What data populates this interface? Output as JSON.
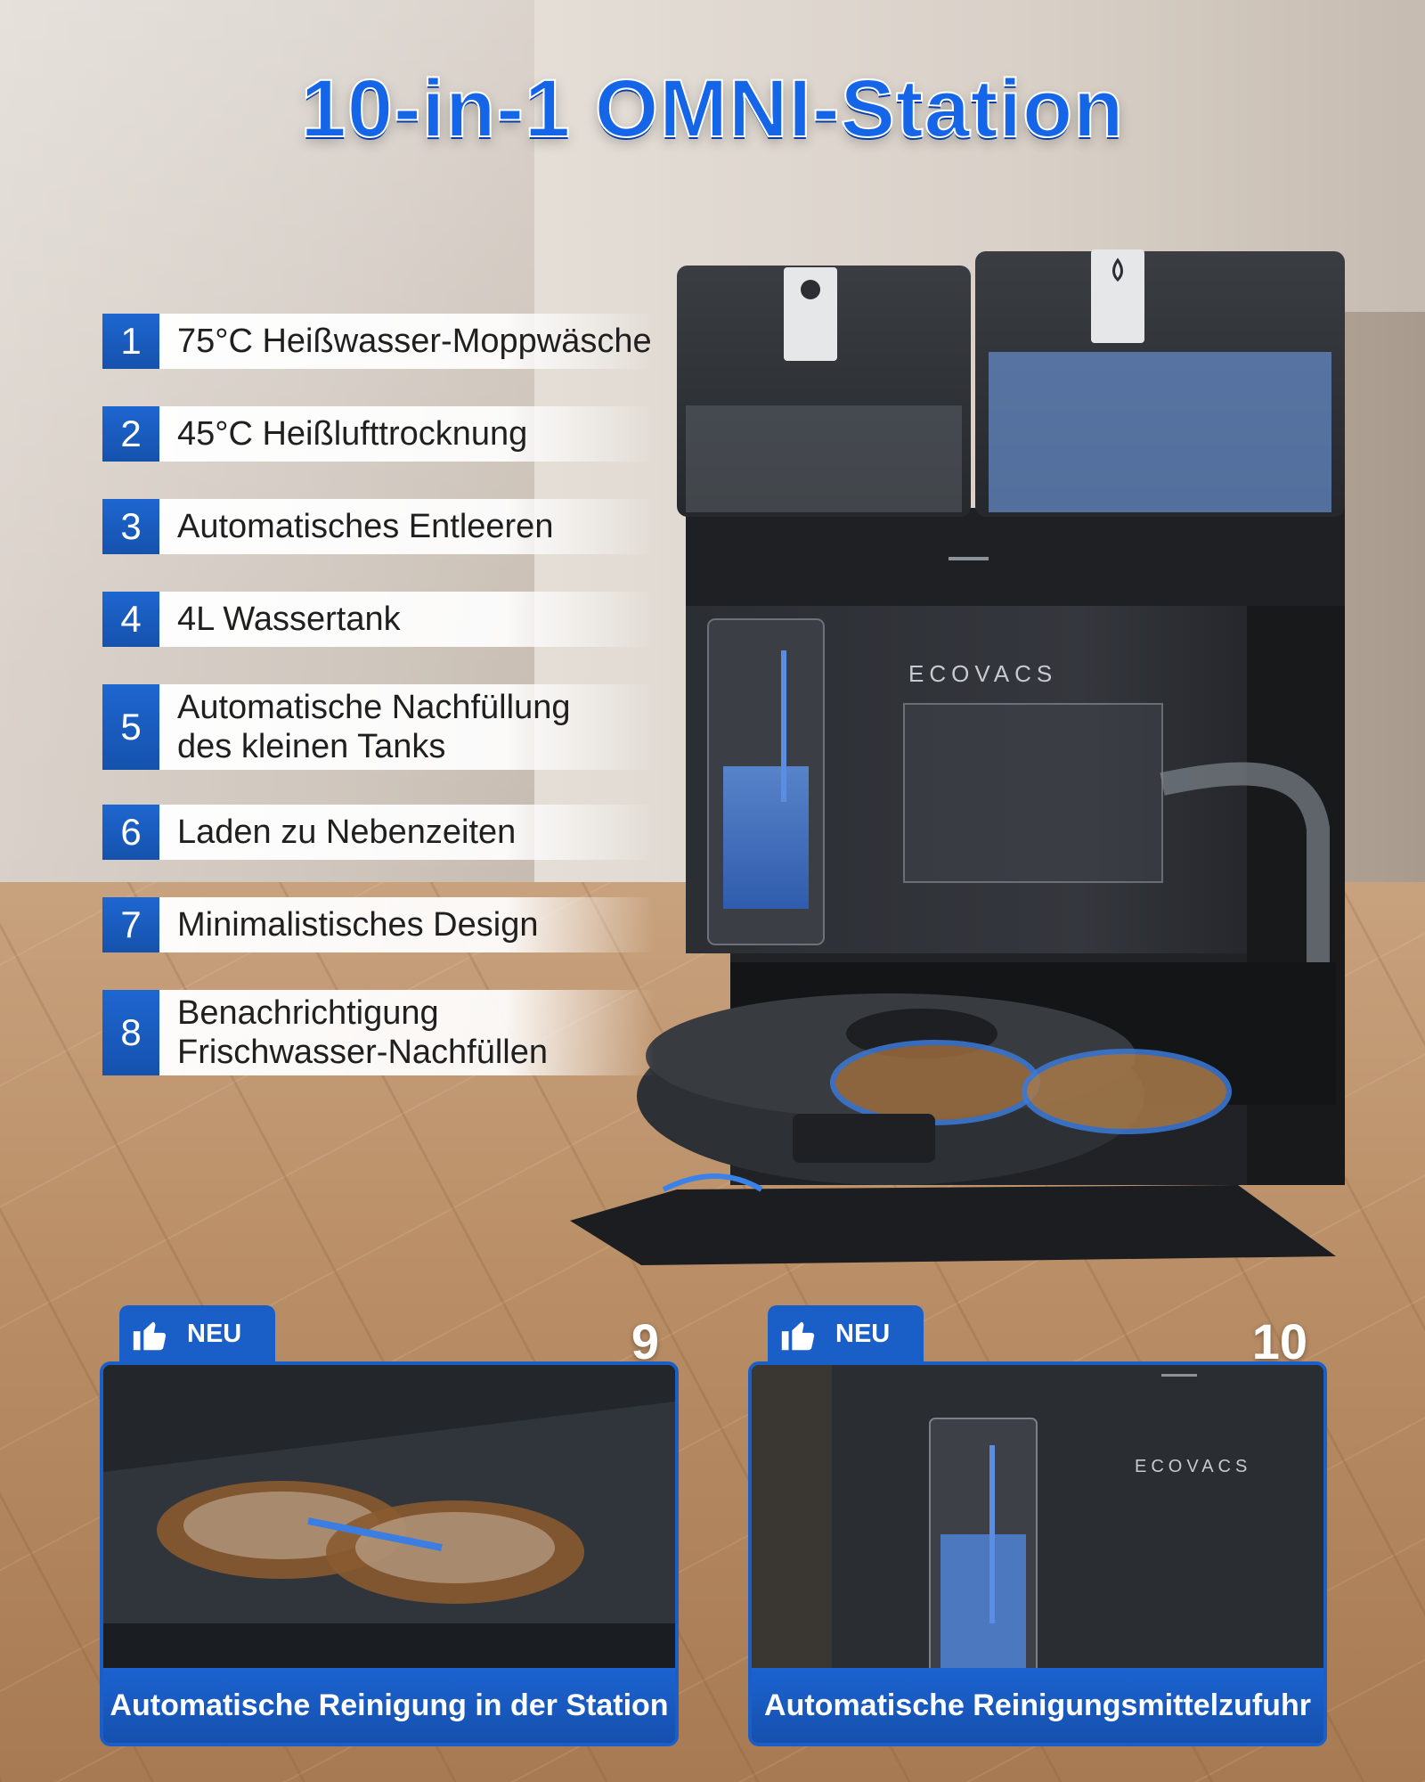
{
  "title": "10-in-1 OMNI-Station",
  "features": [
    {
      "num": "1",
      "lines": [
        "75°C Heißwasser-Moppwäsche"
      ]
    },
    {
      "num": "2",
      "lines": [
        "45°C Heißlufttrocknung"
      ]
    },
    {
      "num": "3",
      "lines": [
        "Automatisches Entleeren"
      ]
    },
    {
      "num": "4",
      "lines": [
        "4L Wassertank"
      ]
    },
    {
      "num": "5",
      "lines": [
        "Automatische Nachfüllung",
        "des kleinen Tanks"
      ]
    },
    {
      "num": "6",
      "lines": [
        "Laden zu Nebenzeiten"
      ]
    },
    {
      "num": "7",
      "lines": [
        "Minimalistisches Design"
      ]
    },
    {
      "num": "8",
      "lines": [
        "Benachrichtigung",
        "Frischwasser-Nachfüllen"
      ]
    }
  ],
  "brand": "ECOVACS",
  "cards": [
    {
      "badge": "NEU",
      "number": "9",
      "caption": "Automatische Reinigung in der Station",
      "badge_icon": "thumbs-up-icon"
    },
    {
      "badge": "NEU",
      "number": "10",
      "caption": "Automatische Reinigungsmittelzufuhr",
      "badge_icon": "thumbs-up-icon"
    }
  ],
  "colors": {
    "accent": "#1a5fc7",
    "title": "#1565e8",
    "station": "#2a2d31"
  }
}
